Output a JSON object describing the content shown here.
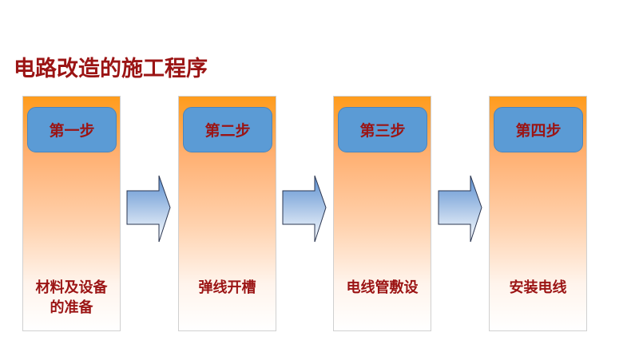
{
  "title": "电路改造的施工程序",
  "steps": [
    {
      "badge": "第一步",
      "label": "材料及设备的准备"
    },
    {
      "badge": "第二步",
      "label": "弹线开槽"
    },
    {
      "badge": "第三步",
      "label": "电线管敷设"
    },
    {
      "badge": "第四步",
      "label": "安装电线"
    }
  ],
  "colors": {
    "title": "#9b1414",
    "badge": "#5b9bd5",
    "column_top": "#ff9c1c"
  }
}
